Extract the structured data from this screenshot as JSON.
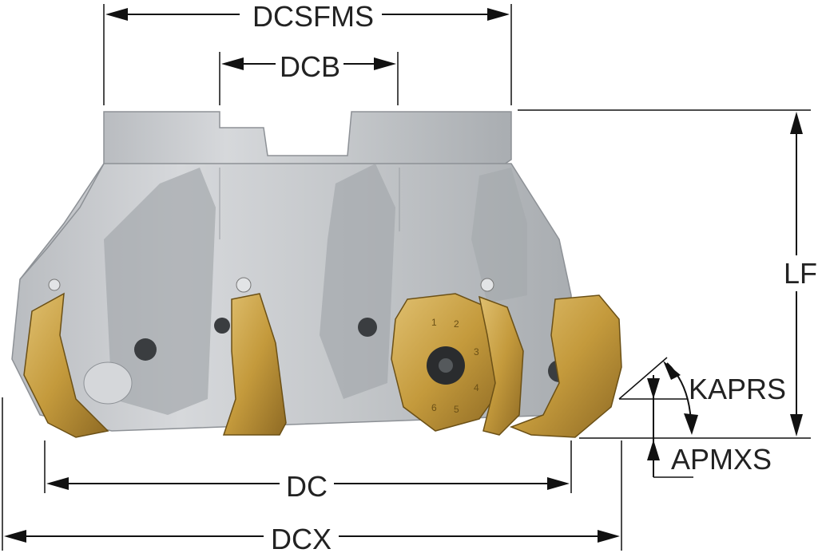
{
  "dimensions": {
    "dcsfms": "DCSFMS",
    "dcb": "DCB",
    "lf": "LF",
    "kaprs": "KAPRS",
    "apmxs": "APMXS",
    "dc": "DC",
    "dcx": "DCX"
  },
  "insert_markings": [
    "1",
    "2",
    "3",
    "4",
    "5",
    "6"
  ],
  "colors": {
    "body": "#c9cccf",
    "body_shadow": "#9ea3a8",
    "insert": "#c8a24a",
    "insert_dark": "#8a6a22",
    "line": "#111111"
  }
}
